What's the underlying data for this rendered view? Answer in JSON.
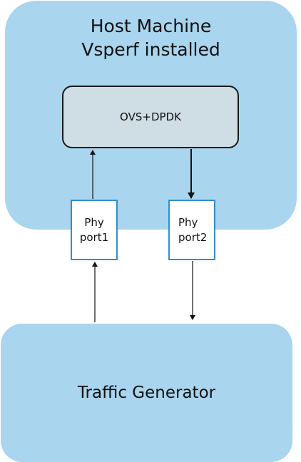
{
  "host": {
    "title_line1": "Host Machine",
    "title_line2": "Vsperf installed"
  },
  "switch": {
    "label": "OVS+DPDK"
  },
  "ports": [
    {
      "line1": "Phy",
      "line2": "port1"
    },
    {
      "line1": "Phy",
      "line2": "port2"
    }
  ],
  "traffic_generator": {
    "label": "Traffic Generator"
  },
  "colors": {
    "box_fill": "#a9d5ee",
    "switch_fill": "#cfdde4",
    "port_border": "#2f8fd0"
  }
}
